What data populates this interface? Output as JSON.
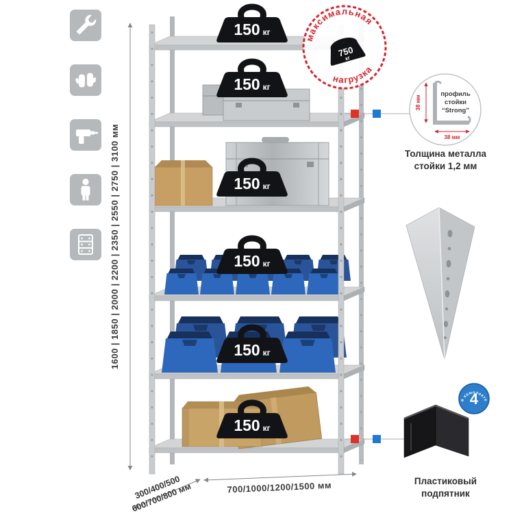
{
  "colors": {
    "accent_red": "#d6232e",
    "marker_red": "#e03128",
    "marker_blue": "#1f78d1",
    "metal_light": "#d2d4d6",
    "metal_dark": "#a8abae",
    "badge_black": "#121316",
    "bin_blue": "#2e68bd",
    "cardboard": "#c9a468"
  },
  "left_icons": [
    {
      "name": "wrench-icon"
    },
    {
      "name": "gloves-icon"
    },
    {
      "name": "drill-icon"
    },
    {
      "name": "person-icon"
    },
    {
      "name": "rack-icon"
    }
  ],
  "dimensions": {
    "height_label": "1600 | 1850 | 2000 | 2200 | 2350 | 2550 | 2750 | 3100 мм",
    "width_label": "700/1000/1200/1500 мм",
    "depth_label": "300/400/500\n600/700/800 мм"
  },
  "shelves": [
    {
      "load_value": "150",
      "load_unit": "кг"
    },
    {
      "load_value": "150",
      "load_unit": "кг"
    },
    {
      "load_value": "150",
      "load_unit": "кг"
    },
    {
      "load_value": "150",
      "load_unit": "кг"
    },
    {
      "load_value": "150",
      "load_unit": "кг"
    },
    {
      "load_value": "150",
      "load_unit": "кг"
    }
  ],
  "max_load_stamp": {
    "arc_top": "максимальная",
    "arc_bottom": "нагрузка",
    "value": "750",
    "unit": "кг"
  },
  "profile_callout": {
    "line1": "профиль",
    "line2": "стойки",
    "line3": "“Strong”",
    "dim_vertical": "38 мм",
    "dim_horizontal": "38 мм",
    "caption": "Толщина металла\nстойки 1,2 мм"
  },
  "foot_callout": {
    "badge_value": "4",
    "badge_text": "в комплекте",
    "caption": "Пластиковый\nподпятник"
  }
}
